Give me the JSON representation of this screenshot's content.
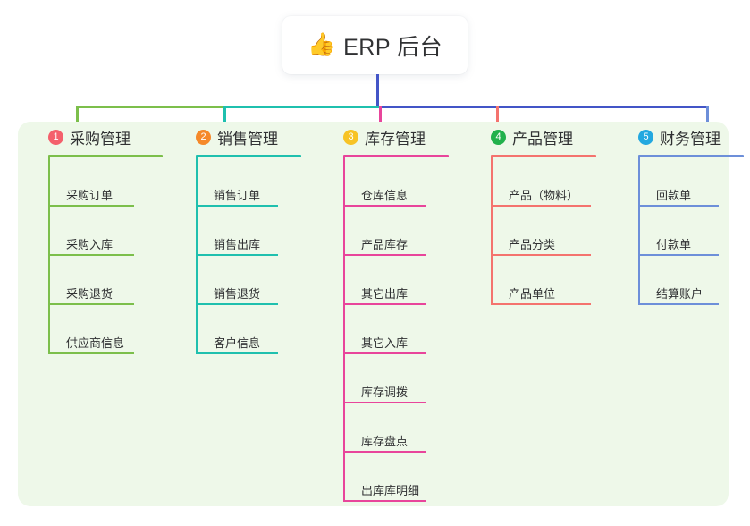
{
  "root": {
    "icon": "thumbs-up-icon",
    "emoji": "👍",
    "title": "ERP 后台"
  },
  "colors": {
    "panel_bg": "#eef8e9",
    "root_bg": "#ffffff",
    "text": "#303133",
    "stem_blue": "#4355c7",
    "col1": "#7cbf4b",
    "col2": "#1fc0ae",
    "col3": "#e8459b",
    "col4": "#f4736e",
    "col5": "#6d8fd9",
    "badge1": "#f4606c",
    "badge2": "#f5892a",
    "badge3": "#f7c325",
    "badge4": "#22b14c",
    "badge5": "#23a8e0"
  },
  "columns": [
    {
      "number": "1",
      "title": "采购管理",
      "badge_color": "#f4606c",
      "line_color": "#7cbf4b",
      "items": [
        "采购订单",
        "采购入库",
        "采购退货",
        "供应商信息"
      ]
    },
    {
      "number": "2",
      "title": "销售管理",
      "badge_color": "#f5892a",
      "line_color": "#1fc0ae",
      "items": [
        "销售订单",
        "销售出库",
        "销售退货",
        "客户信息"
      ]
    },
    {
      "number": "3",
      "title": "库存管理",
      "badge_color": "#f7c325",
      "line_color": "#e8459b",
      "items": [
        "仓库信息",
        "产品库存",
        "其它出库",
        "其它入库",
        "库存调拨",
        "库存盘点",
        "出库库明细"
      ]
    },
    {
      "number": "4",
      "title": "产品管理",
      "badge_color": "#22b14c",
      "line_color": "#f4736e",
      "items": [
        "产品（物料）",
        "产品分类",
        "产品单位"
      ]
    },
    {
      "number": "5",
      "title": "财务管理",
      "badge_color": "#23a8e0",
      "line_color": "#6d8fd9",
      "items": [
        "回款单",
        "付款单",
        "结算账户"
      ]
    }
  ]
}
